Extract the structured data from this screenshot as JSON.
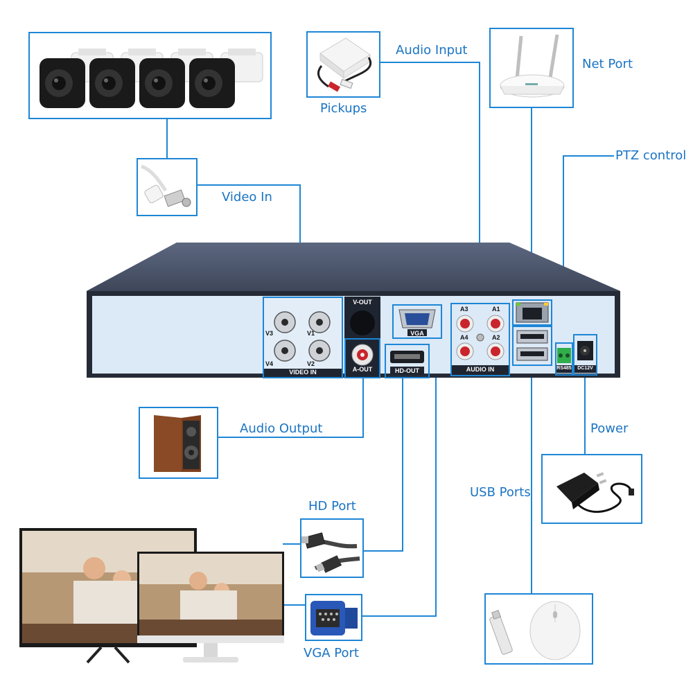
{
  "labels": {
    "audio_input": "Audio Input",
    "pickups": "Pickups",
    "net_port": "Net Port",
    "ptz_control": "PTZ control",
    "video_in": "Video In",
    "audio_output": "Audio Output",
    "power": "Power",
    "usb_ports": "USB Ports",
    "hd_port": "HD Port",
    "vga_port": "VGA Port"
  },
  "panel": {
    "v_out": "V-OUT",
    "a_out": "A-OUT",
    "vga": "VGA",
    "hd_out": "HD-OUT",
    "video_in": "VIDEO IN",
    "audio_in": "AUDIO IN",
    "rs485": "RS485",
    "dc12v": "DC12V",
    "ch_v1": "V1",
    "ch_v2": "V2",
    "ch_v3": "V3",
    "ch_v4": "V4",
    "ch_a1": "A1",
    "ch_a2": "A2",
    "ch_a3": "A3",
    "ch_a4": "A4"
  },
  "colors": {
    "accent": "#1d86d6",
    "label": "#1a74c4",
    "dvr_top": "#4a5468",
    "dvr_panel": "#dbe8f6"
  }
}
